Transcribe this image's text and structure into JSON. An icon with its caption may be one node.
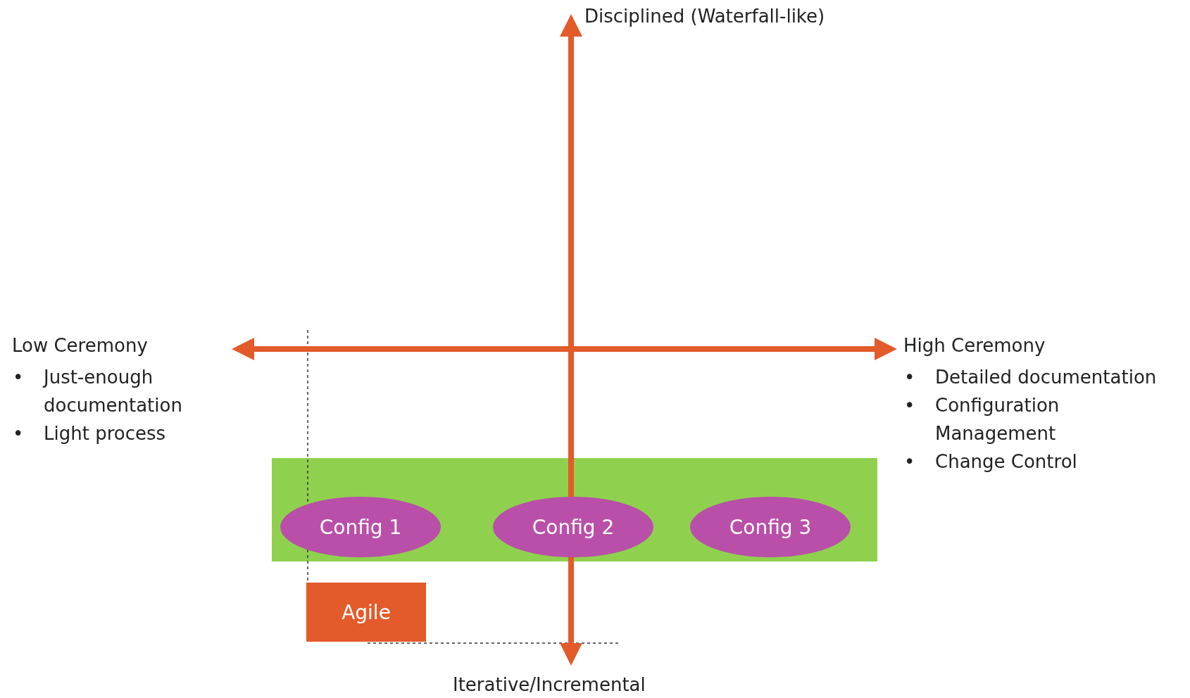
{
  "diagram": {
    "nodes": [
      {
        "text": [],
        "shape": "box"
      },
      {
        "text": [
          "Config 1"
        ],
        "in": 0
      },
      {
        "text": [
          "Config 2"
        ],
        "in": 0
      },
      {
        "text": [
          "Config 3"
        ],
        "in": 0
      },
      {
        "text": [
          "Agile"
        ]
      }
    ],
    "edges": [],
    "labels": [
      "Disciplined (Waterfall-like)",
      "Low Ceremony",
      "•",
      "Just-enough documentation",
      "•",
      "Light process",
      "High Ceremony",
      "•",
      "Detailed documentation",
      "•",
      "Configuration Management",
      "•",
      "Change Control",
      "Iterative/Incremental"
    ]
  }
}
